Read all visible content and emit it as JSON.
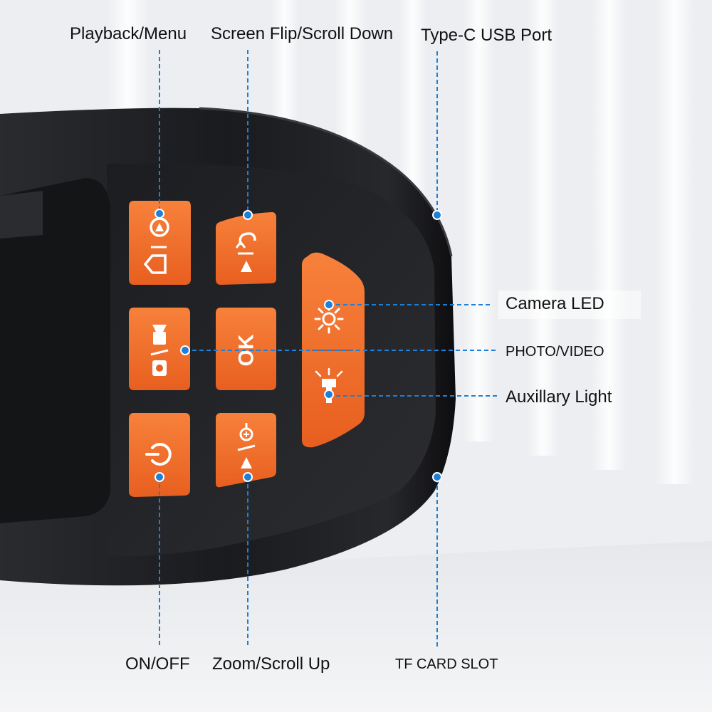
{
  "colors": {
    "button_orange": "#f26b2a",
    "device_body": "#1b1c1f",
    "callout_blue": "#1e7fd6"
  },
  "callouts": {
    "playback_menu": "Playback/Menu",
    "screen_flip": "Screen Flip/Scroll Down",
    "type_c": "Type-C USB Port",
    "camera_led": "Camera LED",
    "photo_video": "PHOTO/VIDEO",
    "auxiliary_light": "Auxillary Light",
    "on_off": "ON/OFF",
    "zoom_scroll": "Zoom/Scroll Up",
    "tf_card": "TF CARD SLOT"
  },
  "buttons": {
    "ok": "OK"
  },
  "icons": {
    "playback_menu": "home-play-icon",
    "screen_flip": "flip-down-icon",
    "photo_video": "camera-video-icon",
    "ok": "ok-text",
    "power": "power-icon",
    "zoom": "zoom-up-icon",
    "camera_led": "sun-led-icon",
    "auxiliary_light": "flashlight-icon"
  }
}
